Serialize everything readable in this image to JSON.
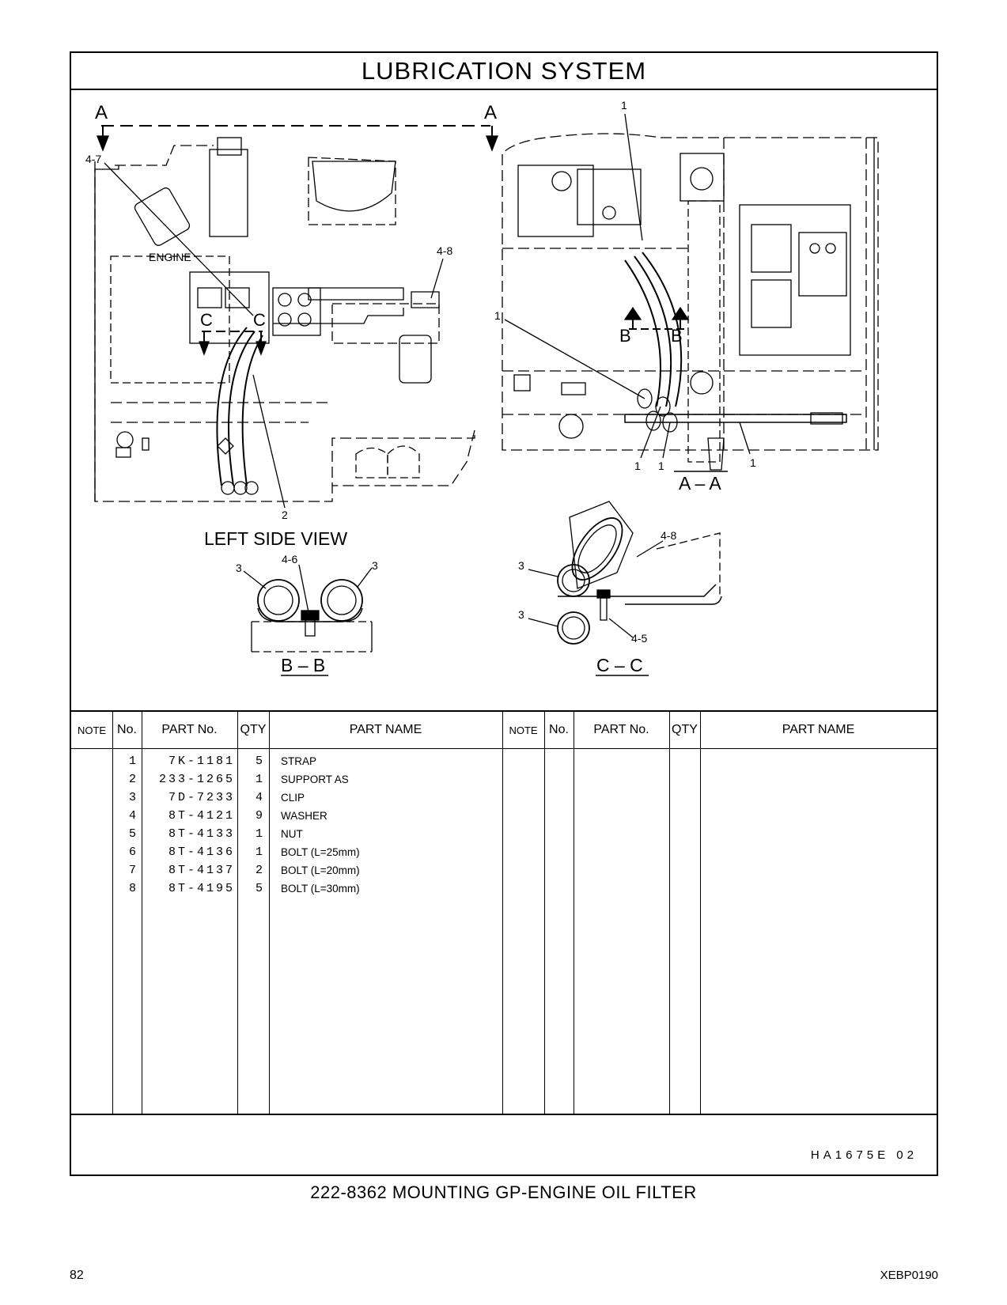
{
  "header": {
    "title": "LUBRICATION  SYSTEM"
  },
  "drawing": {
    "section_labels": {
      "a_left": "A",
      "a_right": "A",
      "c_left": "C",
      "c_right": "C",
      "b_left": "B",
      "b_right": "B"
    },
    "view_titles": {
      "left_side": "LEFT  SIDE  VIEW",
      "aa": "A – A",
      "bb": "B – B",
      "cc": "C – C"
    },
    "engine_label": "ENGINE",
    "callouts": {
      "c_4_7": "4-7",
      "c_4_8": "4-8",
      "c_1_top": "1",
      "c_1_mid": "1",
      "c_1_b1": "1",
      "c_1_b2": "1",
      "c_1_b3": "1",
      "c_2": "2",
      "c_bb_3l": "3",
      "c_bb_46": "4-6",
      "c_bb_3r": "3",
      "c_cc_48": "4-8",
      "c_cc_3a": "3",
      "c_cc_3b": "3",
      "c_cc_45": "4-5"
    }
  },
  "table": {
    "headers": {
      "note": "NOTE",
      "no": "No.",
      "part_no": "PART No.",
      "qty": "QTY",
      "part_name": "PART NAME"
    },
    "rows": [
      {
        "no": "1",
        "part_no": "7K-1181",
        "qty": "5",
        "name": "STRAP"
      },
      {
        "no": "2",
        "part_no": "233-1265",
        "qty": "1",
        "name": "SUPPORT  AS"
      },
      {
        "no": "3",
        "part_no": "7D-7233",
        "qty": "4",
        "name": "CLIP"
      },
      {
        "no": "4",
        "part_no": "8T-4121",
        "qty": "9",
        "name": "WASHER"
      },
      {
        "no": "5",
        "part_no": "8T-4133",
        "qty": "1",
        "name": "NUT"
      },
      {
        "no": "6",
        "part_no": "8T-4136",
        "qty": "1",
        "name": "BOLT (L=25mm)"
      },
      {
        "no": "7",
        "part_no": "8T-4137",
        "qty": "2",
        "name": "BOLT (L=20mm)"
      },
      {
        "no": "8",
        "part_no": "8T-4195",
        "qty": "5",
        "name": "BOLT (L=30mm)"
      }
    ]
  },
  "footer": {
    "drawing_code": "HA1675E   02",
    "assembly_title": "222-8362  MOUNTING  GP-ENGINE  OIL  FILTER",
    "page_number": "82",
    "document_id": "XEBP0190"
  }
}
